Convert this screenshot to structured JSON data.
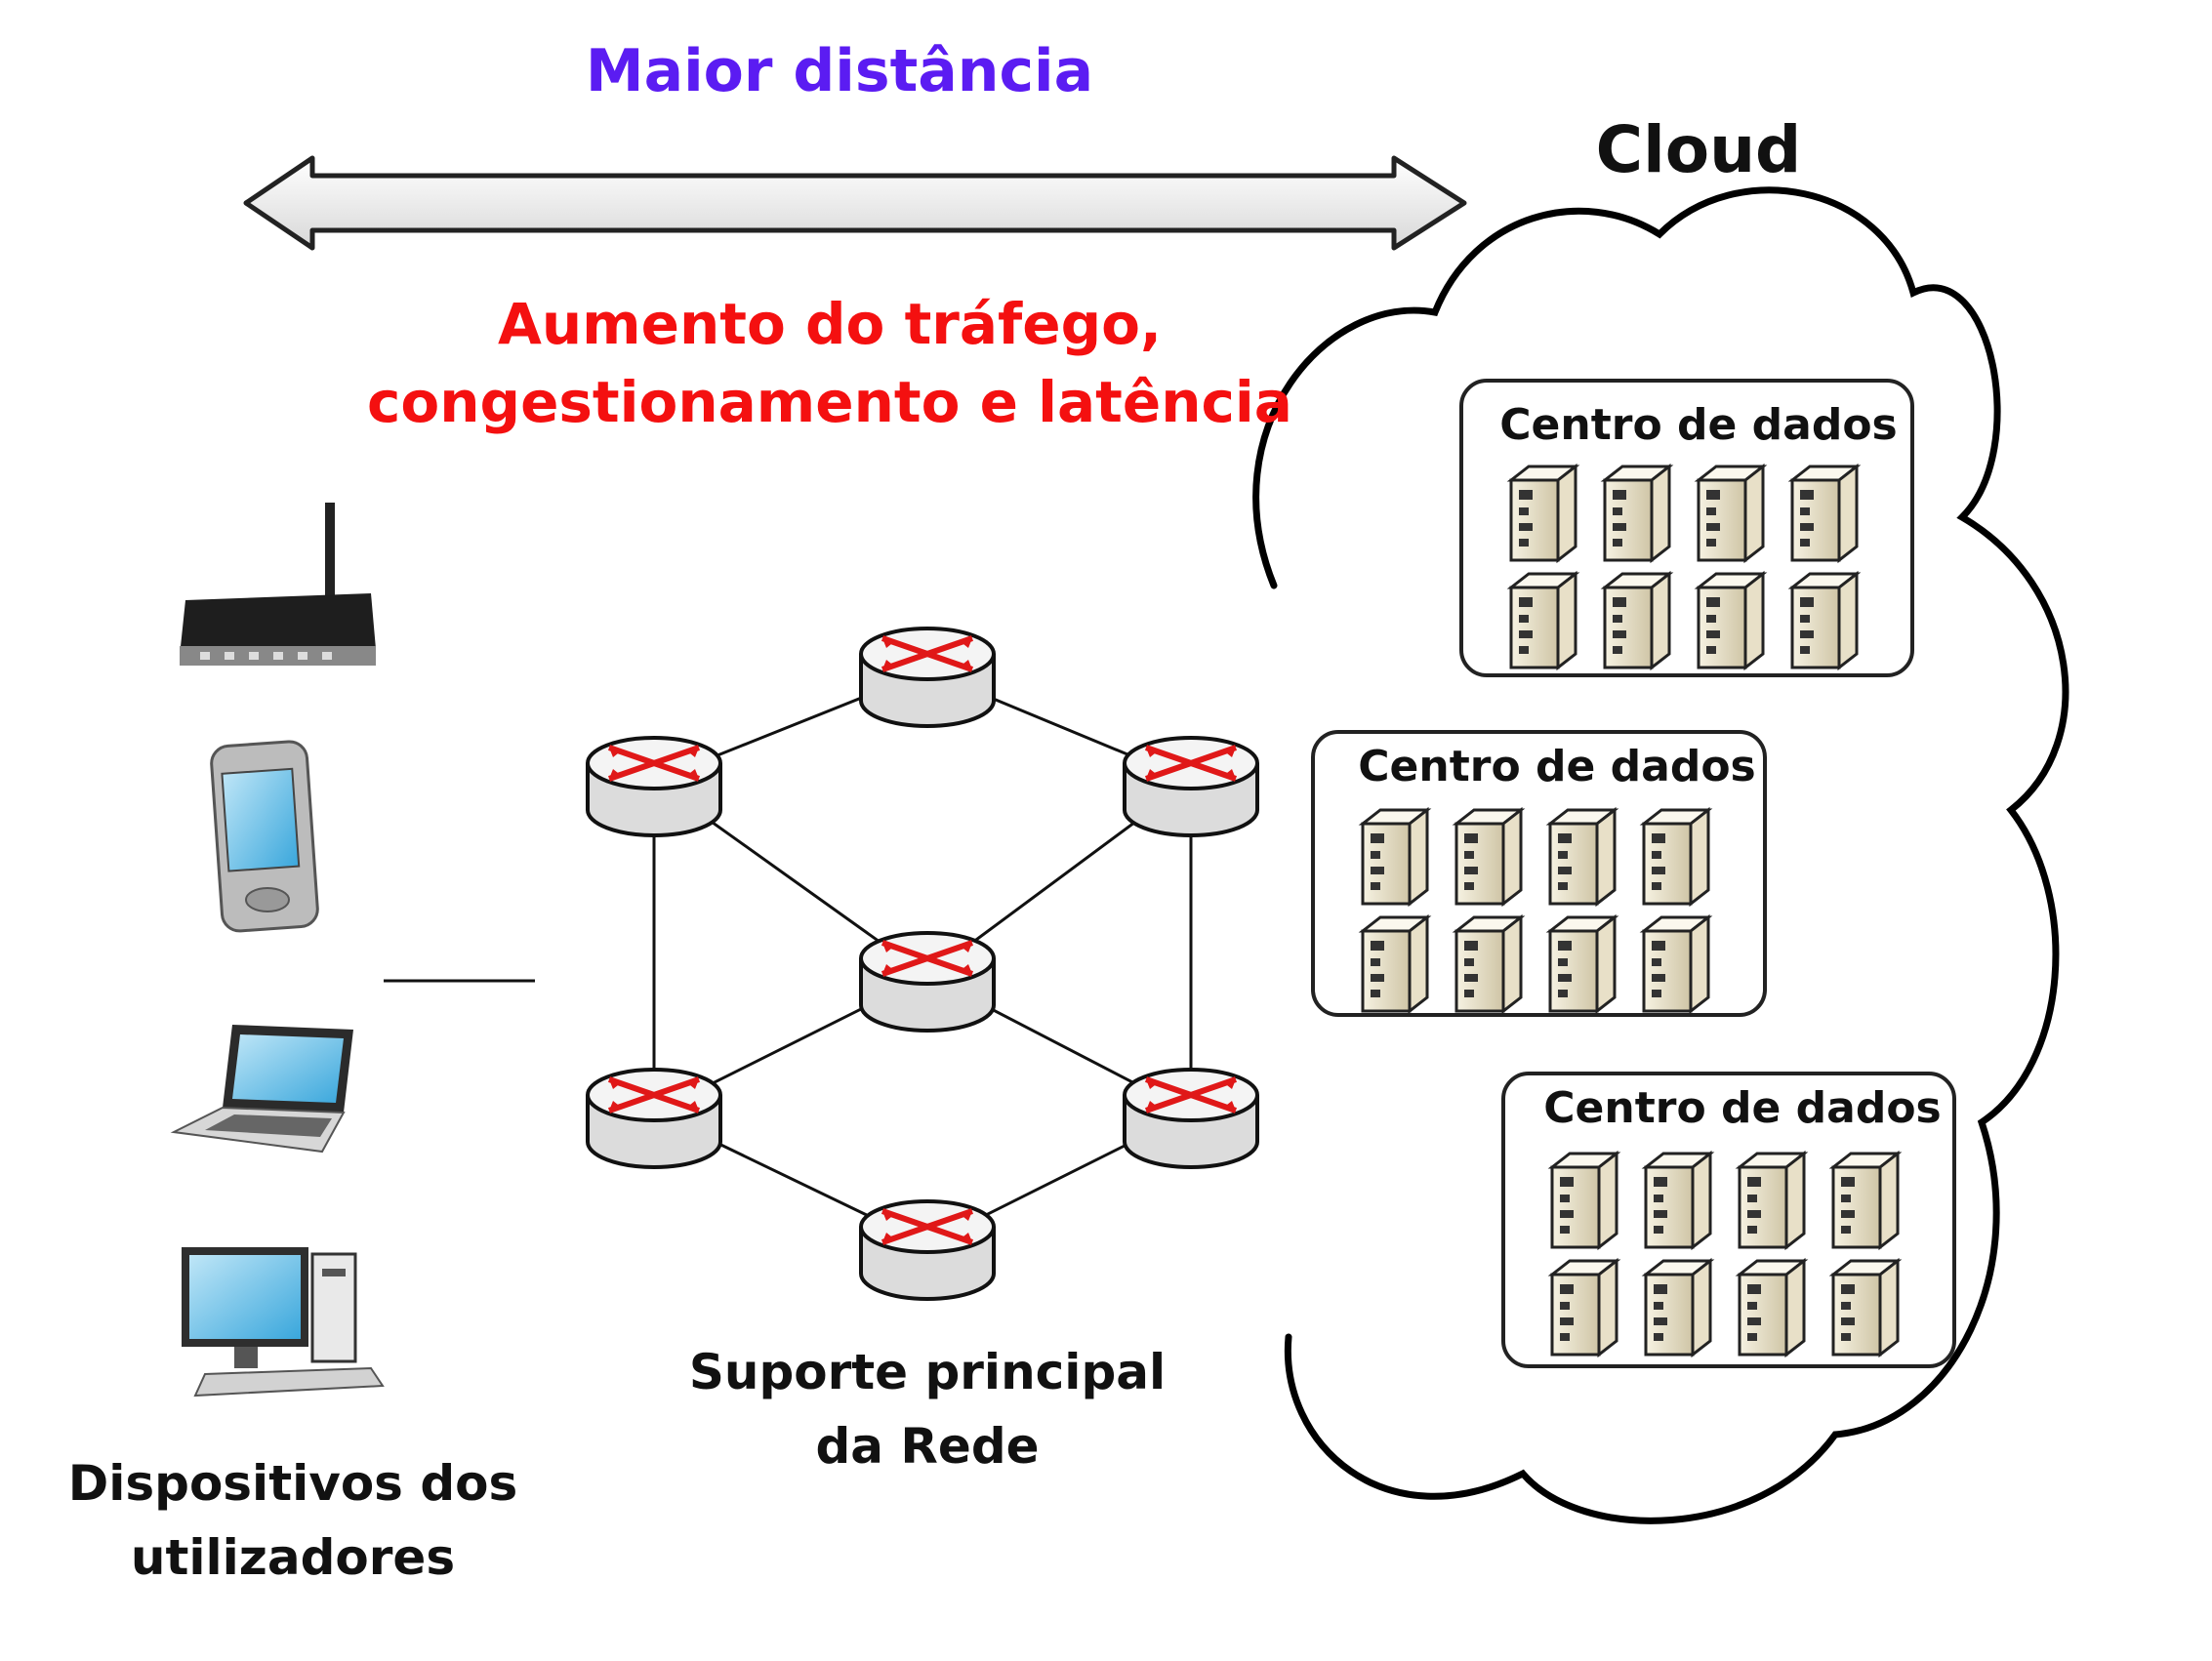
{
  "header": {
    "distance_label": "Maior distância",
    "traffic_line1": "Aumento do tráfego,",
    "traffic_line2": "congestionamento e latência"
  },
  "cloud": {
    "label": "Cloud",
    "data_centers": [
      {
        "label": "Centro de dados",
        "server_count": 8
      },
      {
        "label": "Centro de dados",
        "server_count": 8
      },
      {
        "label": "Centro de dados",
        "server_count": 8
      }
    ]
  },
  "backbone": {
    "label_line1": "Suporte principal",
    "label_line2": "da Rede",
    "router_count": 7
  },
  "devices": {
    "label_line1": "Dispositivos dos",
    "label_line2": "utilizadores",
    "items": [
      "wifi-router-icon",
      "pda-phone-icon",
      "laptop-icon",
      "desktop-computer-icon"
    ]
  },
  "colors": {
    "distance": "#5b1cf2",
    "traffic": "#f41010",
    "router_arrows": "#e01818",
    "server_body": "#e8e0c8"
  }
}
